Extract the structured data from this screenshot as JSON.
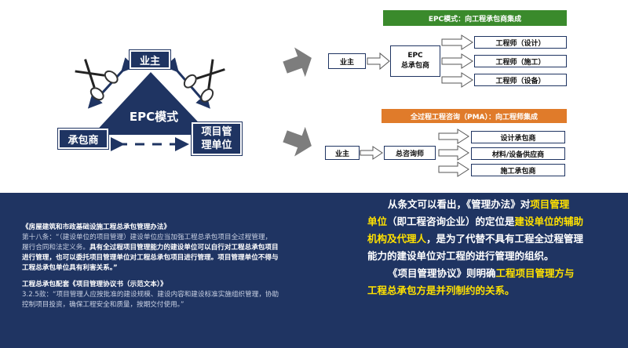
{
  "colors": {
    "navy": "#1f3462",
    "green_banner": "#3a8a2c",
    "orange_banner": "#e07b2a",
    "highlight": "#ffe100",
    "gray_arrow": "#7d7d7d"
  },
  "triangle": {
    "center": "EPC模式",
    "owner": "业主",
    "contractor": "承包商",
    "pm_unit_line1": "项目管",
    "pm_unit_line2": "理单位"
  },
  "epc_flow": {
    "banner": "EPC模式：向工程承包商集成",
    "owner": "业主",
    "hub_line1": "EPC",
    "hub_line2": "总承包商",
    "targets": [
      "工程师（设计）",
      "工程师（施工）",
      "工程师（设备）"
    ]
  },
  "pma_flow": {
    "banner": "全过程工程咨询（PMA）：向工程师集成",
    "owner": "业主",
    "hub": "总咨询师",
    "targets": [
      "设计承包商",
      "材料/设备供应商",
      "施工承包商"
    ]
  },
  "notes": {
    "law_title": "《房屋建筑和市政基础设施工程总承包管理办法》",
    "art_prefix": "第十八条：",
    "art_line1_rest": "“（建设单位的项目管理）建设单位应当加强工程总承包项目全过程管理，",
    "art_line2_a": "履行合同和法定义务。",
    "art_line2_b": "具有全过程项目管理能力的建设单位可以自行对工程总承包项目",
    "art_line3": "进行管理，也可以委托项目管理单位对工程总承包项目进行管理。项目管理单位不得与",
    "art_line4": "工程总承包单位具有利害关系。”",
    "contract_title": "工程总承包配套《项目管理协议书（示范文本）》",
    "clause_line1": "3.2.5款：“项目管理人应按批准的建设规模、建设内容和建设标准实施组织管理，协助",
    "clause_line2": "控制项目投资，确保工程安全和质量，按期交付使用。”"
  },
  "conclusion": {
    "p1_a": "从条文可以看出，《管理办法》对",
    "p1_b": "项目管理",
    "p2_a": "单位",
    "p2_b": "（即工程咨询企业）的定位是",
    "p2_c": "建设单位的辅助",
    "p3_a": "机构及代理人",
    "p3_b": "，是为了代替不具有工程全过程管理",
    "p4": "能力的建设单位对工程的进行管理的组织。",
    "p5_a": "《项目管理协议》则明确",
    "p5_b": "工程项目管理方与",
    "p6_a": "工程总承包方是并列制约的关系。"
  }
}
